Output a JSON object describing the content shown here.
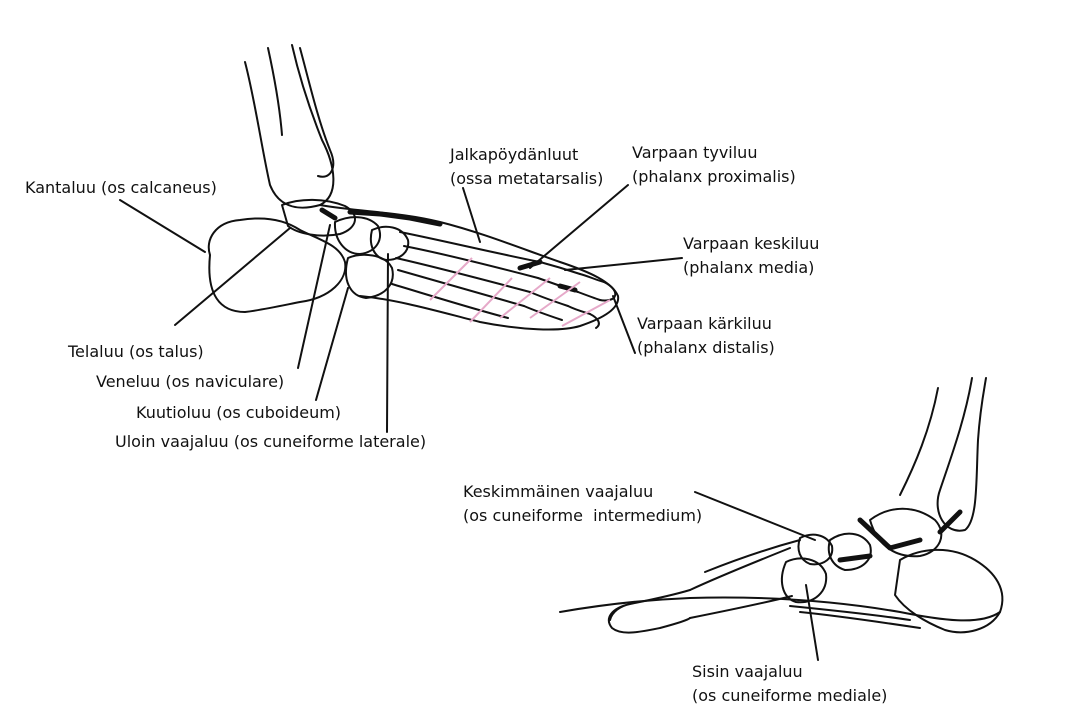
{
  "diagram": {
    "labels": {
      "kantaluu": [
        "Kantaluu (os calcaneus)"
      ],
      "jalkapoyta": [
        "Jalkapöydänluut",
        "(ossa metatarsalis)"
      ],
      "tyviluu": [
        "Varpaan tyviluu",
        "(phalanx proximalis)"
      ],
      "keskiluu": [
        "Varpaan keskiluu",
        "(phalanx media)"
      ],
      "karkiluu": [
        "Varpaan kärkiluu",
        "(phalanx distalis)"
      ],
      "telaluu": [
        "Telaluu (os talus)"
      ],
      "veneluu": [
        "Veneluu (os naviculare)"
      ],
      "kuutioluu": [
        "Kuutioluu (os cuboideum)"
      ],
      "uloin": [
        "Uloin vaajaluu (os cuneiforme laterale)"
      ],
      "keskimmainen": [
        "Keskimmäinen vaajaluu",
        "(os cuneiforme  intermedium)"
      ],
      "sisin": [
        "Sisin vaajaluu",
        "(os cuneiforme mediale)"
      ]
    },
    "colors": {
      "ink": "#111111",
      "marker": "#e6a9c9"
    }
  }
}
